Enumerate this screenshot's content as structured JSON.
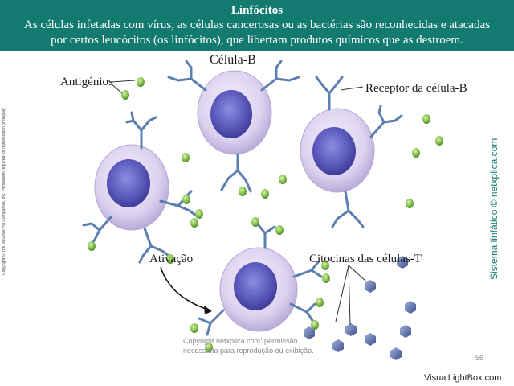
{
  "header": {
    "title": "Linfócitos",
    "line1": "As células infetadas com vírus, as células cancerosas ou as bactérias são reconhecidas e atacadas",
    "line2": "por certos leucócitos (os linfócitos), que libertam produtos químicos que as destroem."
  },
  "labels": {
    "antigenios": "Antigénios",
    "celula_b": "Célula-B",
    "receptor": "Receptor da célula-B",
    "ativacao": "Ativação",
    "citocinas": "Citocinas das células-T"
  },
  "side_copyright": "Copyright © The McGraw-Hill Companies, Inc. Permission required for reproduction or display.",
  "side_site": "Sistema linfático © netxplica.com",
  "watermark": {
    "line1": "Copyright netxplica.com: permissão",
    "line2": "necessária para reprodução ou exibição."
  },
  "page_number": "56",
  "footer_brand": "VisualLightBox.com",
  "colors": {
    "header_bg": "#127a6e",
    "cell_membrane": "#cfc3e6",
    "nucleus": "#5a58b8",
    "receptor": "#5a7fb0",
    "antigen": "#7fbf4a",
    "cytokine": "#5b6fa8"
  }
}
